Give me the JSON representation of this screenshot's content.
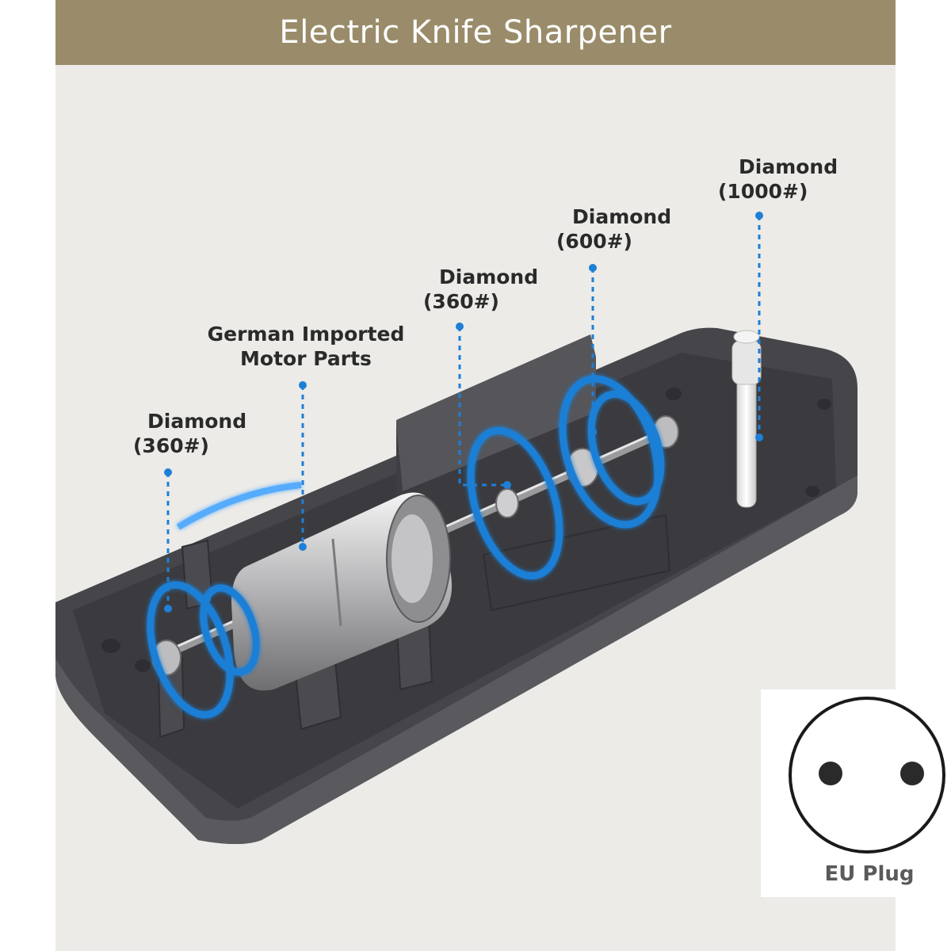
{
  "header": {
    "title": "Electric Knife Sharpener"
  },
  "callouts": {
    "left_diamond": {
      "name": "Diamond",
      "grit": "(360#)"
    },
    "motor": {
      "line1": "German Imported",
      "line2": "Motor Parts"
    },
    "center_diamond": {
      "name": "Diamond",
      "grit": "(360#)"
    },
    "right_diamond": {
      "name": "Diamond",
      "grit": "(600#)"
    },
    "rod_diamond": {
      "name": "Diamond",
      "grit": "(1000#)"
    }
  },
  "plug": {
    "label": "EU Plug"
  },
  "colors": {
    "banner": "#9a8c6a",
    "accent_blue": "#1e7fd6",
    "housing": "#4b4b4e",
    "background": "#ecebe8"
  }
}
